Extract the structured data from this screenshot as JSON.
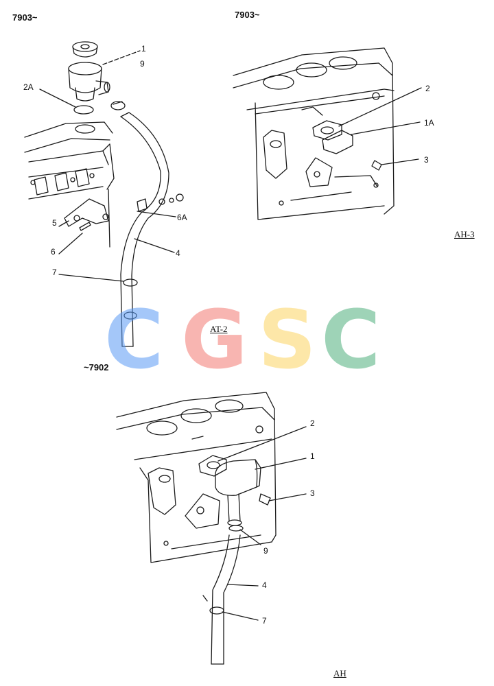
{
  "header": {
    "left_serial": "7903~",
    "right_serial": "7903~",
    "lower_serial": "~7902"
  },
  "diagram_top_left": {
    "callouts": [
      "1",
      "9",
      "2A",
      "5",
      "6",
      "6A",
      "4",
      "7"
    ],
    "caption": "AT-2"
  },
  "diagram_top_right": {
    "callouts": [
      "2",
      "1A",
      "3"
    ],
    "caption": "AH-3"
  },
  "diagram_bottom": {
    "callouts": [
      "2",
      "1",
      "3",
      "9",
      "4",
      "7"
    ],
    "caption": "AH"
  },
  "watermark": {
    "letters": [
      "C",
      "G",
      "S",
      "C"
    ],
    "colors": [
      "#5b9bf5",
      "#f47a72",
      "#fcd462",
      "#4fb07e"
    ]
  }
}
